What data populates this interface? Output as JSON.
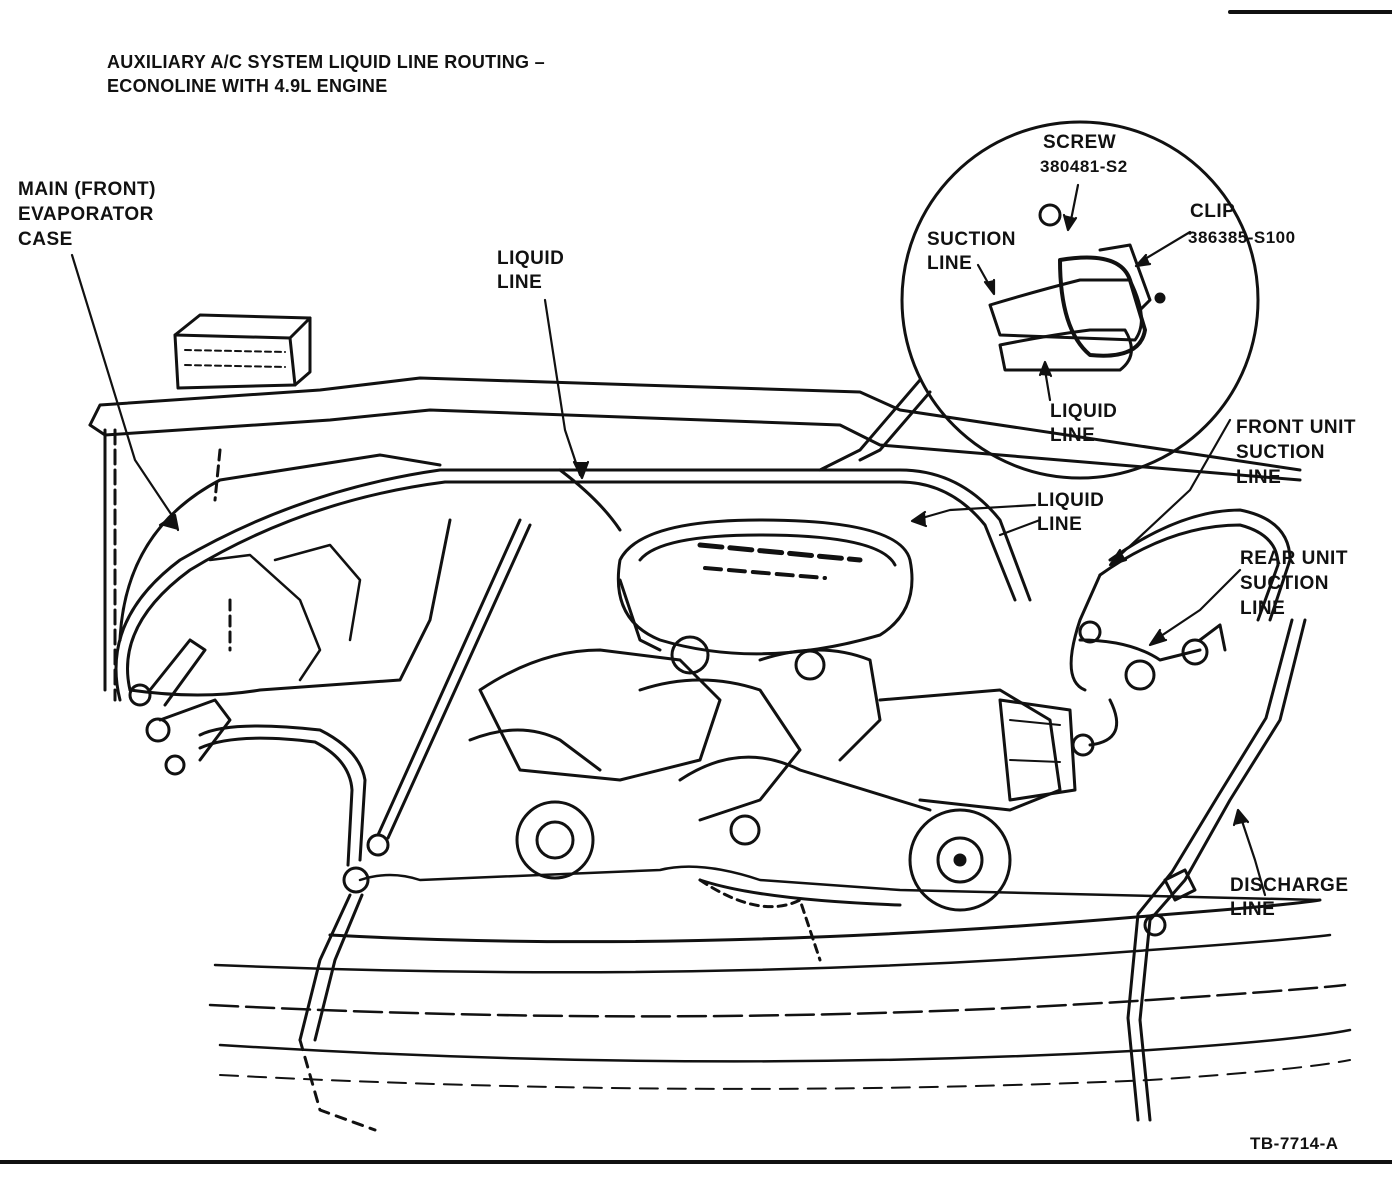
{
  "title": {
    "line1": "AUXILIARY A/C SYSTEM LIQUID LINE ROUTING –",
    "line2": "ECONOLINE WITH 4.9L ENGINE"
  },
  "labels": {
    "main_evaporator": [
      "MAIN (FRONT)",
      "EVAPORATOR",
      "CASE"
    ],
    "liquid_line_top": [
      "LIQUID",
      "LINE"
    ],
    "screw": [
      "SCREW",
      "380481-S2"
    ],
    "clip": [
      "CLIP",
      "386385-S100"
    ],
    "suction_line_inset": [
      "SUCTION",
      "LINE"
    ],
    "liquid_line_inset": [
      "LIQUID",
      "LINE"
    ],
    "front_unit_suction": [
      "FRONT UNIT",
      "SUCTION",
      "LINE"
    ],
    "liquid_line_right": [
      "LIQUID",
      "LINE"
    ],
    "rear_unit_suction": [
      "REAR UNIT",
      "SUCTION",
      "LINE"
    ],
    "discharge_line": [
      "DISCHARGE",
      "LINE"
    ]
  },
  "figure_code": "TB-7714-A",
  "colors": {
    "ink": "#111111",
    "paper": "#ffffff"
  }
}
